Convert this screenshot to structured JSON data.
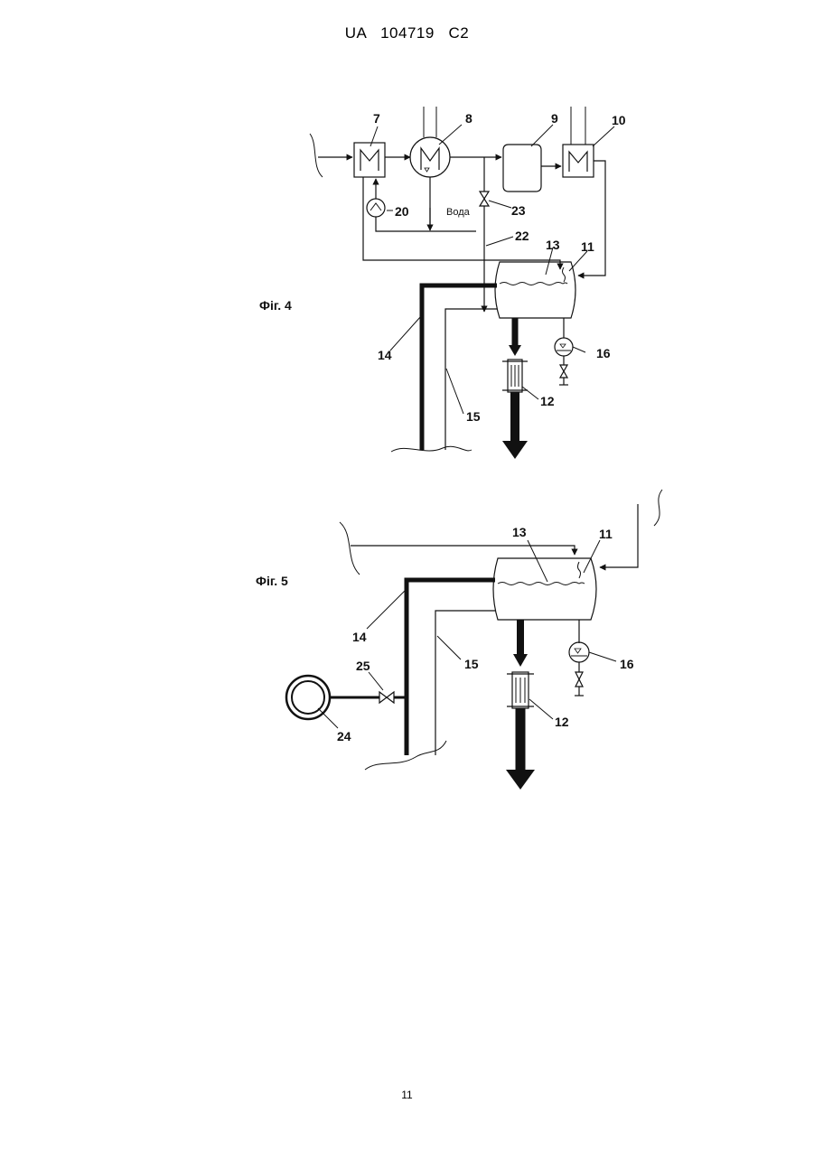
{
  "header": {
    "text": "UA   104719   C2"
  },
  "footer": {
    "page_number": "11"
  },
  "figure4": {
    "caption": "Фіг. 4",
    "water_label": "Вода",
    "labels": {
      "n7": "7",
      "n8": "8",
      "n9": "9",
      "n10": "10",
      "n11": "11",
      "n12": "12",
      "n13": "13",
      "n14": "14",
      "n15": "15",
      "n16": "16",
      "n20": "20",
      "n22": "22",
      "n23": "23"
    }
  },
  "figure5": {
    "caption": "Фіг. 5",
    "labels": {
      "n11": "11",
      "n12": "12",
      "n13": "13",
      "n14": "14",
      "n15": "15",
      "n16": "16",
      "n24": "24",
      "n25": "25"
    }
  }
}
